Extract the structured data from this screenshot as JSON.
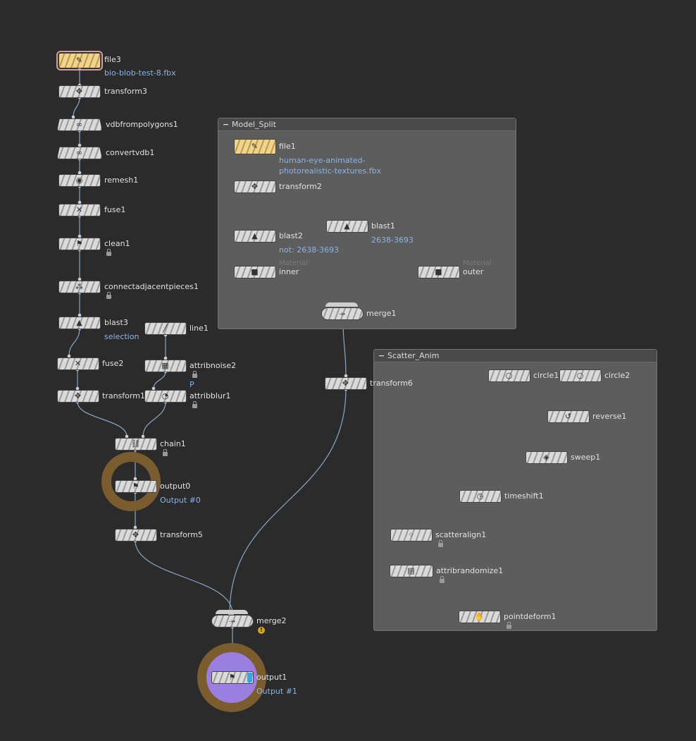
{
  "colors": {
    "background": "#2b2b2b",
    "wire": "#8aa6c8",
    "subtitle": "#8ab4e8",
    "file_node": "#f0d48a",
    "output_ring": "#7a5c2e",
    "display_ring": "#9b7fe0"
  },
  "boxes": {
    "model_split": {
      "title": "Model_Split"
    },
    "scatter_anim": {
      "title": "Scatter_Anim"
    }
  },
  "nodes": {
    "file3": {
      "name": "file3",
      "sub": "bio-blob-test-8.fbx",
      "icon": "file-icon"
    },
    "transform3": {
      "name": "transform3",
      "icon": "transform-icon"
    },
    "vdbfrompolygons1": {
      "name": "vdbfrompolygons1",
      "icon": "vdb-icon"
    },
    "convertvdb1": {
      "name": "convertvdb1",
      "icon": "vdb-icon"
    },
    "remesh1": {
      "name": "remesh1",
      "icon": "remesh-icon"
    },
    "fuse1": {
      "name": "fuse1",
      "icon": "fuse-icon"
    },
    "clean1": {
      "name": "clean1",
      "icon": "broom-icon"
    },
    "connectadjacentpieces1": {
      "name": "connectadjacentpieces1",
      "icon": "connect-icon"
    },
    "blast3": {
      "name": "blast3",
      "sub": "selection",
      "icon": "blast-icon"
    },
    "fuse2": {
      "name": "fuse2",
      "icon": "fuse-icon"
    },
    "transform1": {
      "name": "transform1",
      "icon": "transform-icon"
    },
    "line1": {
      "name": "line1",
      "icon": "line-icon"
    },
    "attribnoise2": {
      "name": "attribnoise2",
      "sub": "P",
      "icon": "noise-icon"
    },
    "attribblur1": {
      "name": "attribblur1",
      "icon": "blur-icon"
    },
    "chain1": {
      "name": "chain1",
      "icon": "chain-icon"
    },
    "output0": {
      "name": "output0",
      "sub": "Output #0",
      "icon": "output-icon"
    },
    "transform5": {
      "name": "transform5",
      "icon": "transform-icon"
    },
    "file1": {
      "name": "file1",
      "sub": "human-eye-animated-\nphotorealistic-textures.fbx",
      "icon": "file-icon"
    },
    "transform2": {
      "name": "transform2",
      "icon": "transform-icon"
    },
    "blast2": {
      "name": "blast2",
      "sub": "not: 2638-3693",
      "icon": "blast-icon"
    },
    "blast1": {
      "name": "blast1",
      "sub": "2638-3693",
      "icon": "blast-icon"
    },
    "inner": {
      "name": "inner",
      "ghost": "Material",
      "icon": "material-icon"
    },
    "outer": {
      "name": "outer",
      "ghost": "Material",
      "icon": "material-icon"
    },
    "merge1": {
      "name": "merge1",
      "icon": "merge-icon"
    },
    "transform6": {
      "name": "transform6",
      "icon": "transform-icon"
    },
    "circle1": {
      "name": "circle1",
      "icon": "circle-icon"
    },
    "circle2": {
      "name": "circle2",
      "icon": "circle-icon"
    },
    "reverse1": {
      "name": "reverse1",
      "icon": "reverse-icon"
    },
    "sweep1": {
      "name": "sweep1",
      "icon": "sweep-icon"
    },
    "timeshift1": {
      "name": "timeshift1",
      "icon": "clock-icon"
    },
    "scatteralign1": {
      "name": "scatteralign1",
      "icon": "scatter-icon"
    },
    "attribrandomize1": {
      "name": "attribrandomize1",
      "icon": "random-icon"
    },
    "pointdeform1": {
      "name": "pointdeform1",
      "icon": "deform-icon"
    },
    "merge2": {
      "name": "merge2",
      "icon": "merge-icon"
    },
    "output1": {
      "name": "output1",
      "sub": "Output #1",
      "icon": "output-icon"
    }
  }
}
